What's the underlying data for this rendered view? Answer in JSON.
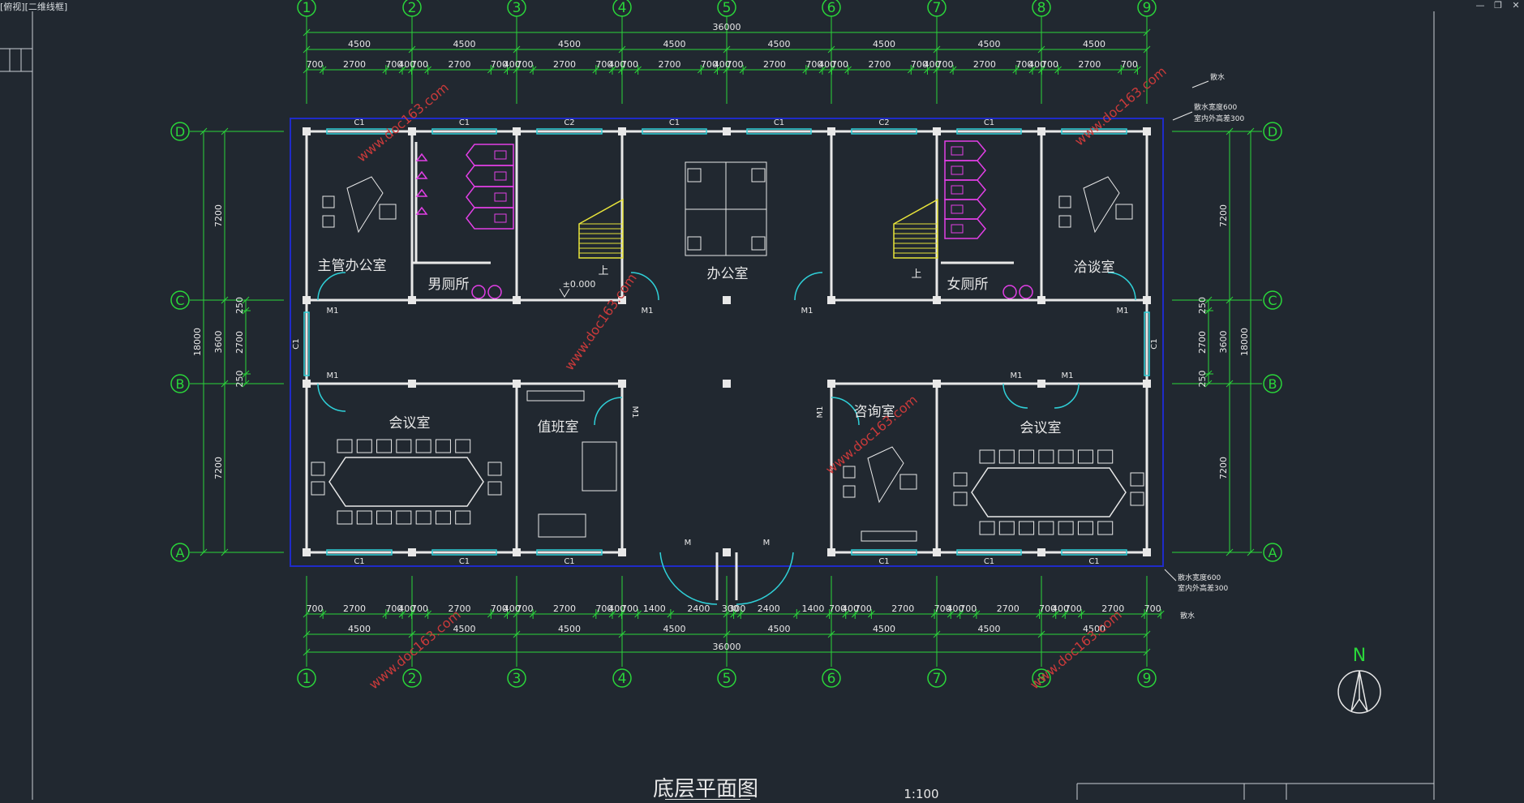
{
  "app": {
    "tab_label": "[俯视][二维线框]",
    "window_controls": [
      "—",
      "❐",
      "✕"
    ]
  },
  "drawing": {
    "title": "底层平面图",
    "scale": "1:100",
    "north": "N",
    "watermark": "www.doc163.com",
    "axes_columns": [
      "1",
      "2",
      "3",
      "4",
      "5",
      "6",
      "7",
      "8",
      "9"
    ],
    "axes_rows": [
      "D",
      "C",
      "B",
      "A"
    ],
    "total_width": "36000",
    "bay_dims": [
      "4500",
      "4500",
      "4500",
      "4500",
      "4500",
      "4500",
      "4500",
      "4500"
    ],
    "top_detail_dims": [
      "700",
      "2700",
      "700",
      "400",
      "700",
      "2700",
      "700",
      "400",
      "700",
      "2700",
      "700",
      "400",
      "700",
      "2700",
      "700",
      "400",
      "700",
      "2700",
      "700",
      "400",
      "700",
      "2700",
      "700",
      "400",
      "700",
      "2700",
      "700",
      "400",
      "700",
      "2700",
      "700"
    ],
    "bottom_detail_dims": [
      "700",
      "2700",
      "700",
      "400",
      "700",
      "2700",
      "700",
      "400",
      "700",
      "2700",
      "700",
      "400",
      "700",
      "1400",
      "2400",
      "300",
      "300",
      "2400",
      "1400",
      "700",
      "400",
      "700",
      "2700",
      "700",
      "400",
      "700",
      "2700",
      "700",
      "400",
      "700",
      "2700",
      "700"
    ],
    "vert_dims_left": [
      "7200",
      "3600",
      "7200"
    ],
    "vert_total": "18000",
    "vert_inner": [
      "250",
      "2700",
      "250"
    ],
    "rooms": [
      {
        "name": "主管办公室"
      },
      {
        "name": "男厕所"
      },
      {
        "name": "办公室"
      },
      {
        "name": "女厕所"
      },
      {
        "name": "洽谈室"
      },
      {
        "name": "会议室"
      },
      {
        "name": "值班室"
      },
      {
        "name": "咨询室"
      },
      {
        "name": "会议室"
      }
    ],
    "labels": {
      "c1": "C1",
      "c2": "C2",
      "m1": "M1",
      "m": "M",
      "up": "上",
      "elev": "±0.000",
      "note_water": "散水",
      "note_line1": "散水宽度600",
      "note_line2": "室内外高差300",
      "note_line2b": "室内外高差300"
    }
  },
  "colors": {
    "background": "#212830",
    "wall": "#e8e8e8",
    "axis": "#2ad63a",
    "window": "#2fd0d8",
    "door": "#2fd0d8",
    "fixture": "#e23fe6",
    "stair": "#e8e43a",
    "outline": "#1f2bc9",
    "watermark": "#c93a3a"
  }
}
